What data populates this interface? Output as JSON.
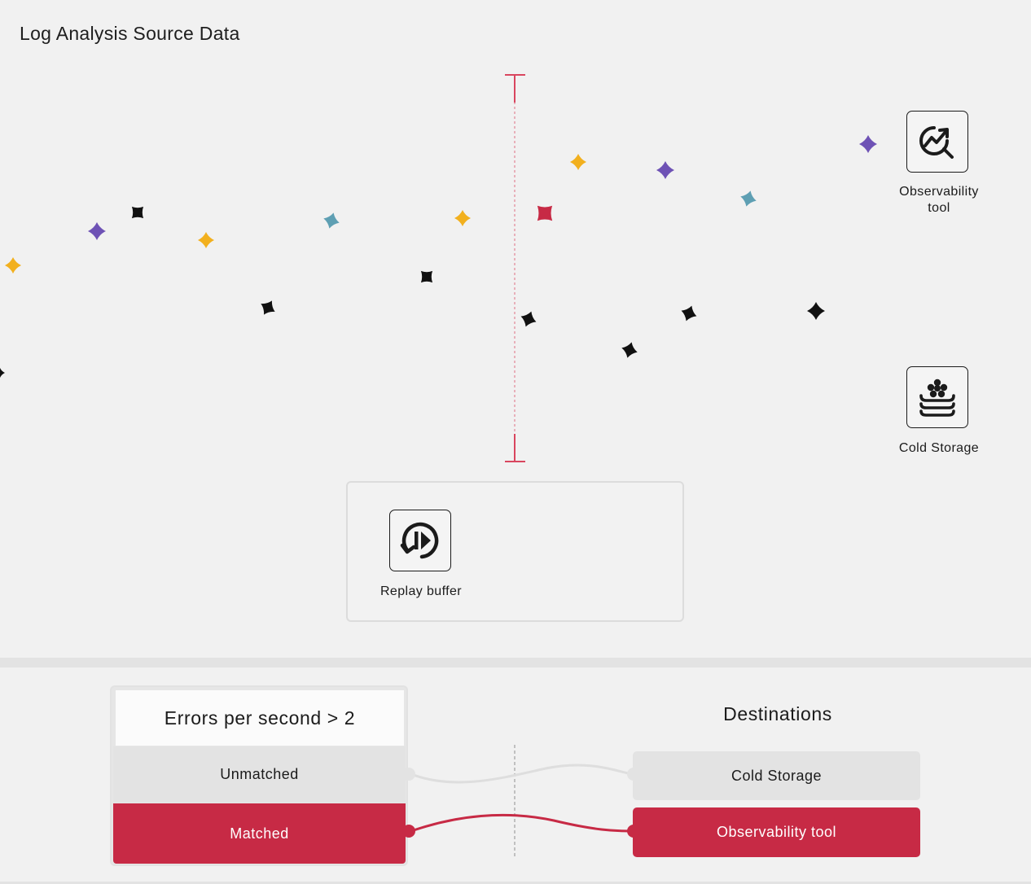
{
  "title": "Log Analysis Source Data",
  "destinations_top": {
    "observability": {
      "label_line1": "Observability",
      "label_line2": "tool",
      "icon": "chart-search-icon"
    },
    "cold_storage": {
      "label": "Cold Storage",
      "icon": "snowflake-storage-icon"
    }
  },
  "replay": {
    "label": "Replay buffer",
    "icon": "replay-play-icon"
  },
  "filter": {
    "condition": "Errors per second > 2",
    "unmatched_label": "Unmatched",
    "matched_label": "Matched"
  },
  "destinations": {
    "title": "Destinations",
    "cold_storage": "Cold Storage",
    "observability_tool": "Observability tool"
  },
  "colors": {
    "accent_red": "#c72a45",
    "yellow": "#f2b01e",
    "purple": "#6e52b5",
    "teal": "#5e9fb3",
    "black": "#111111"
  }
}
